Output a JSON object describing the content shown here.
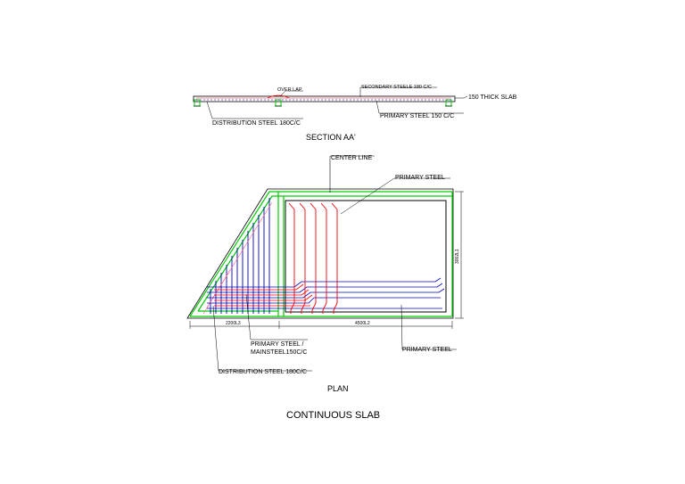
{
  "section": {
    "labels": {
      "over_lap": "OVER LAP",
      "secondary_steel": "SECONDARY STEELE 180 C/C",
      "thick_slab": "150 THICK SLAB",
      "primary_steel": "PRIMARY STEEL 150 C/C",
      "distribution_steel": "DISTRIBUTION STEEL 180C/C"
    },
    "caption": "SECTION AA'"
  },
  "plan": {
    "labels": {
      "center_line": "CENTER LINE",
      "primary_steel_top": "PRIMARY STEEL",
      "primary_steel_main_line1": "PRIMARY STEEL /",
      "primary_steel_main_line2": "MAINSTEEL150C/C",
      "primary_steel_right": "PRIMARY STEEL",
      "distribution_steel": "DISTRIBUTION STEEL 180C/C"
    },
    "dimensions": {
      "left_span": "2200L3",
      "right_span": "4500L2",
      "height": "3002L1"
    },
    "caption": "PLAN"
  },
  "title": "CONTINUOUS SLAB",
  "colors": {
    "slab_outline": "#000000",
    "beam_green": "#00cc00",
    "primary_red": "#ff0000",
    "distribution_blue": "#0000cc",
    "rebar_pink": "#ff6677"
  }
}
